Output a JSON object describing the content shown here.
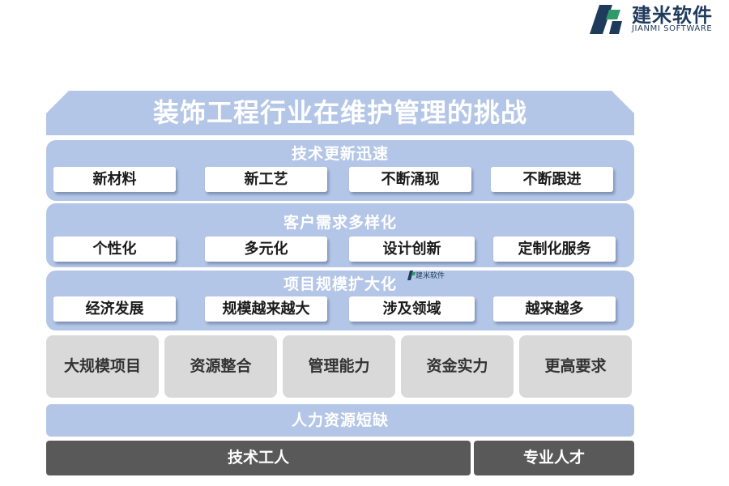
{
  "logo": {
    "name_cn": "建米软件",
    "name_en": "JIANMI SOFTWARE"
  },
  "title": "装饰工程行业在维护管理的挑战",
  "sections": [
    {
      "title": "技术更新迅速",
      "items": [
        "新材料",
        "新工艺",
        "不断涌现",
        "不断跟进"
      ]
    },
    {
      "title": "客户需求多样化",
      "items": [
        "个性化",
        "多元化",
        "设计创新",
        "定制化服务"
      ]
    },
    {
      "title": "项目规模扩大化",
      "items": [
        "经济发展",
        "规模越来越大",
        "涉及领域",
        "越来越多"
      ]
    }
  ],
  "requirements": [
    "大规模项目",
    "资源整合",
    "管理能力",
    "资金实力",
    "更高要求"
  ],
  "shortage": "人力资源短缺",
  "talent": [
    "技术工人",
    "专业人才"
  ],
  "colors": {
    "banner": "#b4c6e7",
    "grey_box": "#d9d9d9",
    "dark_bar": "#595959",
    "logo": "#1f3b5c"
  }
}
